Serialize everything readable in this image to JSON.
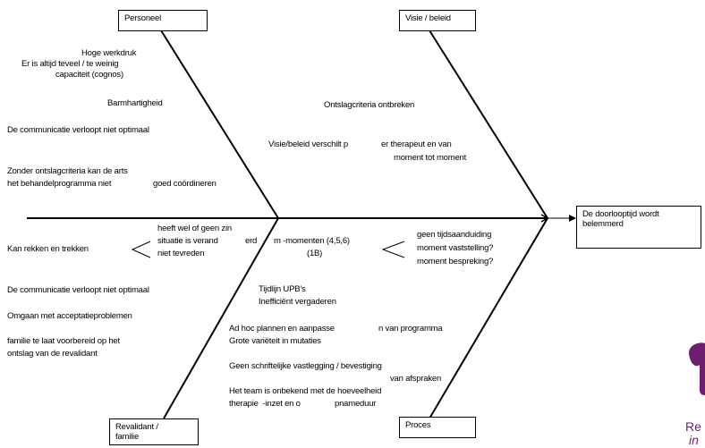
{
  "boxes": {
    "personeel": "Personeel",
    "visie": "Visie / beleid",
    "revalidant": "Revalidant /\nfamilie",
    "proces": "Proces",
    "effect": "De doorlooptijd wordt\nbelemmerd"
  },
  "causes": {
    "personeel": {
      "hoge_werkdruk": "Hoge werkdruk",
      "teveel": "Er is altijd teveel / te weinig",
      "capaciteit": "capaciteit (cognos)",
      "barmhartigheid": "Barmhartigheid",
      "communicatie": "De communicatie verloopt niet optimaal",
      "zonder_1": "Zonder ontslagcriteria kan de arts",
      "zonder_2a": "het behandelprogramma niet",
      "zonder_2b": "goed coördineren"
    },
    "visie": {
      "ontslagcriteria": "Ontslagcriteria ontbreken",
      "verschilt_a": "Visie/beleid verschilt p",
      "verschilt_b": "er therapeut en van",
      "verschilt_c": "moment tot moment"
    },
    "spine_left": {
      "rekken": "Kan rekken en trekken",
      "zin_1": "heeft wel of geen zin",
      "zin_2a": "situatie is verand",
      "zin_2b": "erd",
      "zin_3": "niet tevreden"
    },
    "spine_mid": {
      "momenten_a": "m -momenten (4,5,6)",
      "momenten_b": "(1B)"
    },
    "spine_right": {
      "tijd_1": "geen tijdsaanduiding",
      "tijd_2": "moment vaststelling?",
      "tijd_3": "moment bespreking?"
    },
    "revalidant": {
      "communicatie": "De communicatie verloopt niet optimaal",
      "acceptatie": "Omgaan met acceptatieproblemen",
      "familie_1": "familie te laat voorbereid op het",
      "familie_2": "ontslag van de revalidant"
    },
    "proces": {
      "tijdlijn": "Tijdlijn UPB's",
      "vergaderen": "Inefficiënt vergaderen",
      "adhoc_a": "Ad hoc plannen en aanpasse",
      "adhoc_b": "n van programma",
      "variteit": "Grote variëteit in mutaties",
      "geen_1": "Geen schriftelijke vastlegging / bevestiging",
      "geen_2": "van afspraken",
      "team_1": "Het team is onbekend met de hoeveelheid",
      "team_2a": "therapie  -inzet en o",
      "team_2b": "pnameduur"
    }
  },
  "logo": {
    "text_1": "Re",
    "text_2": "in",
    "color": "#6d1e6f"
  }
}
